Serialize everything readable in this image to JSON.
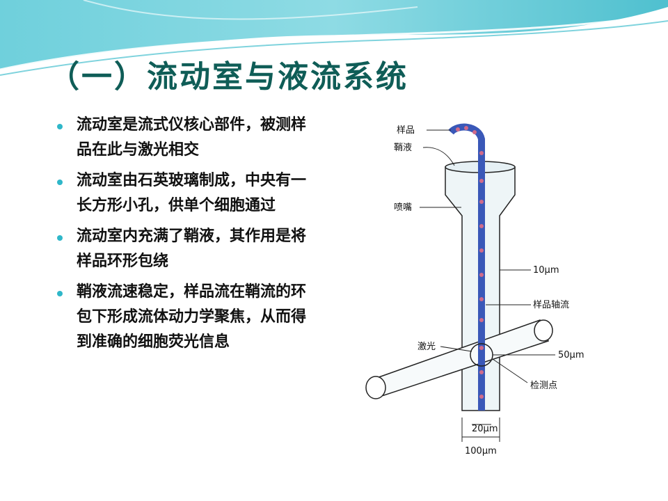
{
  "slide": {
    "title": "（一）流动室与液流系统",
    "bullets": [
      "流动室是流式仪核心部件，被测样品在此与激光相交",
      "流动室由石英玻璃制成，中央有一长方形小孔，供单个细胞通过",
      "流动室内充满了鞘液，其作用是将样品环形包绕",
      "鞘液流速稳定，样品流在鞘流的环包下形成流体动力学聚焦，从而得到准确的细胞荧光信息"
    ],
    "figure": {
      "labels": {
        "sample": "样品",
        "sheath": "鞘液",
        "nozzle": "喷嘴",
        "size_10": "10μm",
        "sample_axis": "样品轴流",
        "laser": "激光",
        "size_50": "50μm",
        "detect_point": "检测点",
        "size_20": "20μm",
        "size_100": "100μm"
      }
    }
  },
  "colors": {
    "title": "#0f5d57",
    "bullet": "#2fb7c9",
    "stream": "#3a58b8",
    "cells": "#d06a8a",
    "glass": "#e9f2f5"
  }
}
